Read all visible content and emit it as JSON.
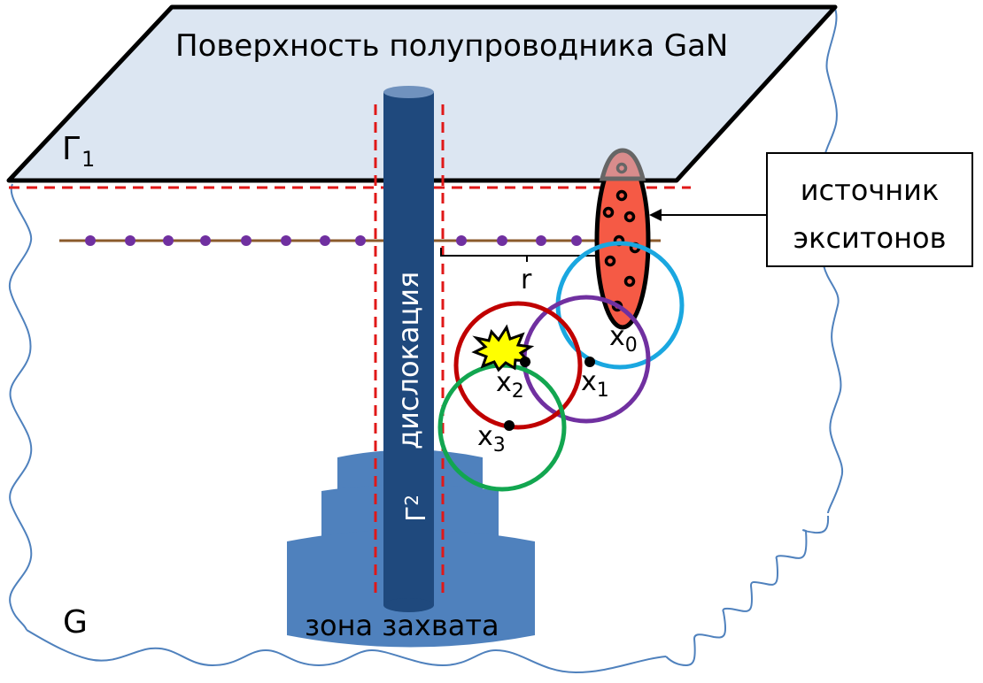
{
  "surface": {
    "title": "Поверхность полупроводника GaN",
    "boundary_label": "Г",
    "boundary_sub": "1"
  },
  "dislocation": {
    "label": "дислокация",
    "boundary_label": "Г",
    "boundary_sub": "2"
  },
  "capture_zone": {
    "label": "зона захвата"
  },
  "domain": {
    "label": "G"
  },
  "source_box": {
    "line1": "источник",
    "line2": "экситонов"
  },
  "distance": {
    "label": "r"
  },
  "points": [
    {
      "name": "x",
      "sub": "0"
    },
    {
      "name": "x",
      "sub": "1"
    },
    {
      "name": "x",
      "sub": "2"
    },
    {
      "name": "x",
      "sub": "3"
    }
  ],
  "colors": {
    "surface_fill": "#dce6f2",
    "dislocation": "#1f497d",
    "capture_zone": "#4f81bd",
    "dashed_boundary": "#e01818",
    "source_fill": "#f55a45",
    "circle_x0": "#1aa7e0",
    "circle_x1": "#7030a0",
    "circle_x2": "#c00000",
    "circle_x3": "#12a650",
    "chain_line": "#8b5a2b",
    "chain_dot": "#7030a0",
    "wavy_border": "#4f81bd",
    "burst": "#ffff00"
  }
}
